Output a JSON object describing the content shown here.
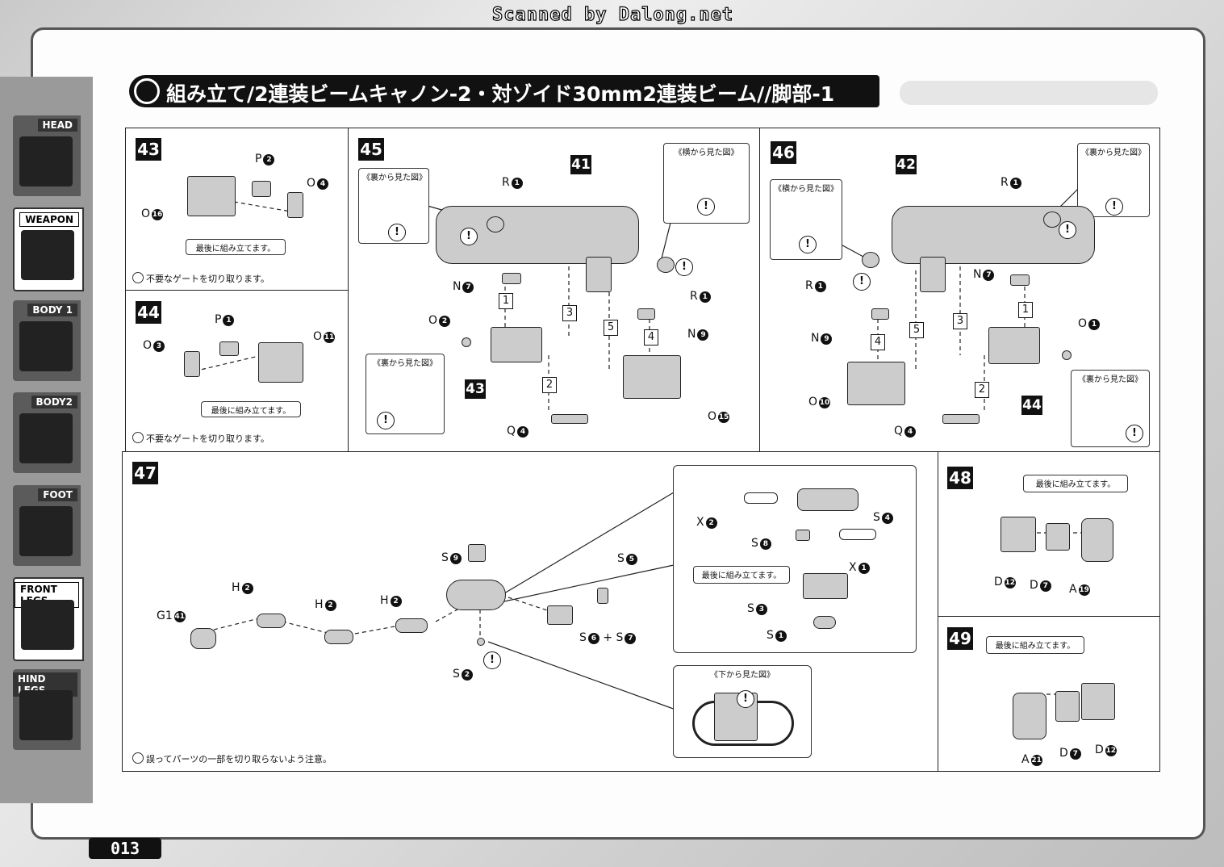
{
  "watermark": "Scanned by Dalong.net",
  "title": "組み立て/2連装ビームキャノン-2・対ゾイド30mm2連装ビーム//脚部-1",
  "page_number": "013",
  "sidebar": {
    "tabs": [
      {
        "label": "HEAD",
        "active": false
      },
      {
        "label": "WEAPON",
        "active": true
      },
      {
        "label": "BODY 1",
        "active": false
      },
      {
        "label": "BODY2",
        "active": false
      },
      {
        "label": "FOOT",
        "active": false
      },
      {
        "label": "FRONT LEGS",
        "active": true
      },
      {
        "label": "HIND LEGS",
        "active": false
      }
    ]
  },
  "steps": {
    "s43": {
      "number": "43",
      "parts": [
        "P",
        "O",
        "O"
      ],
      "part_nums": [
        "2",
        "4",
        "16"
      ],
      "callout": "最後に組み立てます。",
      "note": "不要なゲートを切り取ります。"
    },
    "s44": {
      "number": "44",
      "parts": [
        "P",
        "O",
        "O"
      ],
      "part_nums": [
        "1",
        "3",
        "11"
      ],
      "callout": "最後に組み立てます。",
      "note": "不要なゲートを切り取ります。"
    },
    "s45": {
      "number": "45",
      "view_back": "《裏から見た図》",
      "view_side": "《横から見た図》",
      "view_back2": "《裏から見た図》",
      "sub41": "41",
      "sub43": "43",
      "parts": [
        "R",
        "R",
        "N",
        "O",
        "N",
        "Q",
        "O"
      ],
      "part_nums": [
        "1",
        "1",
        "7",
        "2",
        "9",
        "4",
        "15"
      ],
      "seq": [
        "1",
        "2",
        "3",
        "4",
        "5"
      ]
    },
    "s46": {
      "number": "46",
      "view_side": "《横から見た図》",
      "view_back": "《裏から見た図》",
      "view_back2": "《裏から見た図》",
      "sub42": "42",
      "sub44": "44",
      "parts": [
        "R",
        "R",
        "N",
        "N",
        "O",
        "O",
        "Q"
      ],
      "part_nums": [
        "1",
        "1",
        "7",
        "9",
        "10",
        "1",
        "4"
      ],
      "seq": [
        "1",
        "2",
        "3",
        "4",
        "5"
      ]
    },
    "s47": {
      "number": "47",
      "parts": [
        "G1",
        "H",
        "H",
        "H",
        "S",
        "S",
        "S",
        "S",
        "S"
      ],
      "part_nums": [
        "41",
        "2",
        "2",
        "2",
        "9",
        "5",
        "6",
        "7",
        "2"
      ],
      "plus": "+",
      "inset_parts": [
        "X",
        "S",
        "S",
        "X",
        "S",
        "S"
      ],
      "inset_nums": [
        "2",
        "4",
        "8",
        "1",
        "3",
        "1"
      ],
      "inset_callout": "最後に組み立てます。",
      "bottom_view": "《下から見た図》",
      "note": "誤ってパーツの一部を切り取らないよう注意。"
    },
    "s48": {
      "number": "48",
      "callout": "最後に組み立てます。",
      "parts": [
        "D",
        "D",
        "A"
      ],
      "part_nums": [
        "12",
        "7",
        "19"
      ]
    },
    "s49": {
      "number": "49",
      "callout": "最後に組み立てます。",
      "parts": [
        "A",
        "D",
        "D"
      ],
      "part_nums": [
        "21",
        "7",
        "12"
      ]
    }
  },
  "warning_glyph": "!"
}
